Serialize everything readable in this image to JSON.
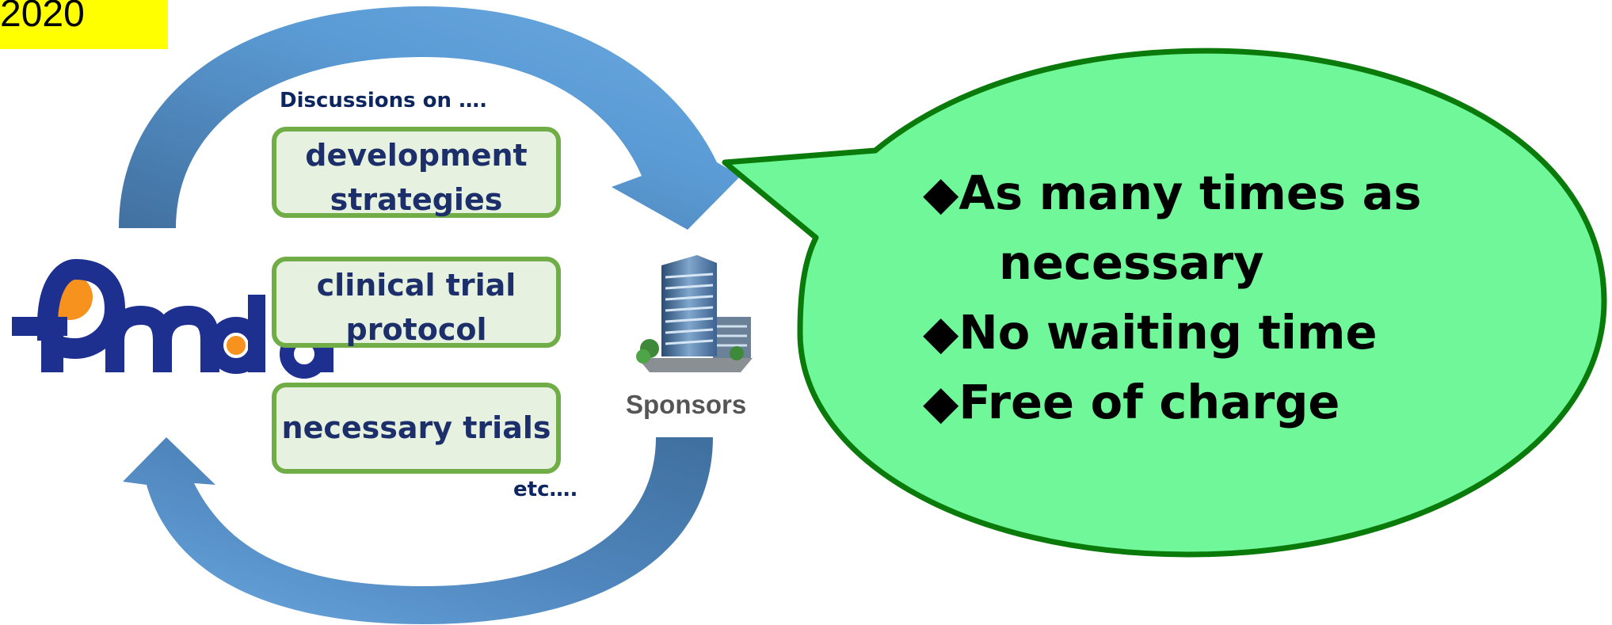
{
  "year_badge": "2020",
  "discussions_label": "Discussions on ….",
  "topics": [
    {
      "line1": "development",
      "line2": "strategies"
    },
    {
      "line1": "clinical trial",
      "line2": "protocol"
    },
    {
      "line1": "necessary trials"
    }
  ],
  "etc_label": "etc….",
  "logo_text": "Pmda",
  "sponsors_label": "Sponsors",
  "bubble": {
    "bullet": "◆",
    "items": [
      {
        "line1": "As many times as",
        "line2": "necessary"
      },
      {
        "line1": "No waiting time"
      },
      {
        "line1": "Free of charge"
      }
    ]
  },
  "colors": {
    "arrow": "#5b9bd5",
    "arrow_dark": "#4a7fb2",
    "box_border": "#70ad47",
    "box_fill": "#e6f2df",
    "bubble_fill": "#6ff79a",
    "bubble_border": "#0a7a0a",
    "logo_blue": "#1d2f8f",
    "logo_orange": "#f7921e",
    "badge": "#ffff00"
  }
}
